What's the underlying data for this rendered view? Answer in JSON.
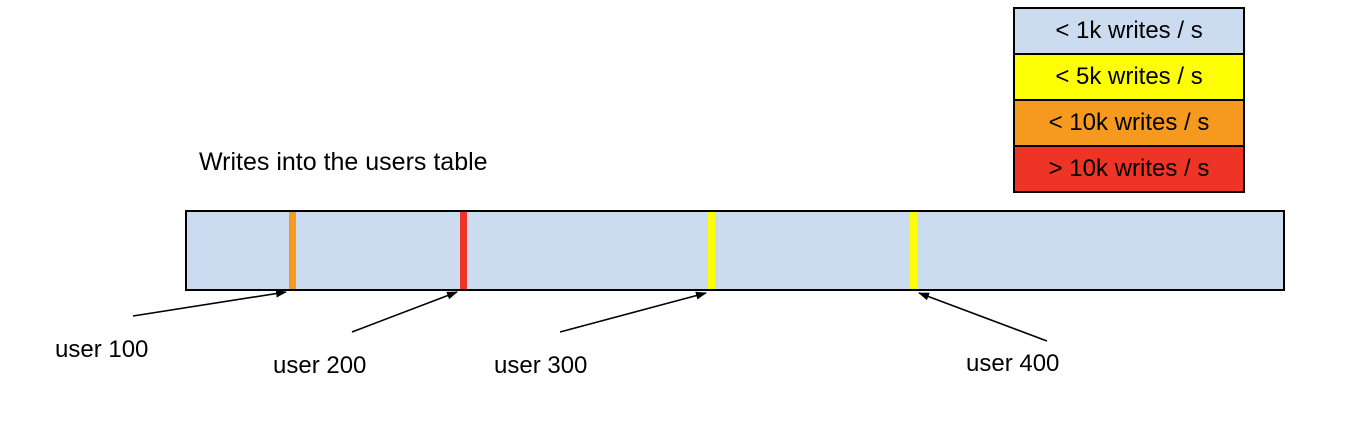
{
  "title": "Writes into the users table",
  "legend": {
    "items": [
      {
        "label": "< 1k writes / s",
        "color": "#ccdcf0"
      },
      {
        "label": "< 5k writes / s",
        "color": "#fdfd04"
      },
      {
        "label": "< 10k writes / s",
        "color": "#f5991f"
      },
      {
        "label": "> 10k writes / s",
        "color": "#ee3424"
      }
    ]
  },
  "bar": {
    "fill": "#ccdcf0",
    "meaning": "users table keyspace"
  },
  "markers": [
    {
      "user": "user 100",
      "rate": "< 10k writes / s",
      "color": "#f5991f"
    },
    {
      "user": "user 200",
      "rate": "> 10k writes / s",
      "color": "#ee3424"
    },
    {
      "user": "user 300",
      "rate": "< 5k writes / s",
      "color": "#fdfd04"
    },
    {
      "user": "user 400",
      "rate": "< 5k writes / s",
      "color": "#fdfd04"
    }
  ]
}
